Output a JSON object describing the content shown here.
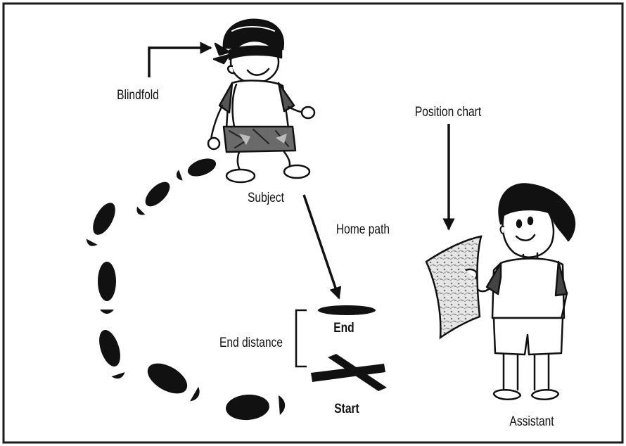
{
  "labels": {
    "blindfold": "Blindfold",
    "subject": "Subject",
    "home_path": "Home path",
    "position_chart": "Position chart",
    "end_distance": "End distance",
    "end": "End",
    "start": "Start",
    "assistant": "Assistant"
  },
  "colors": {
    "ink": "#111111",
    "background": "#ffffff",
    "border": "#1a1a1a",
    "gray": "#8a8a8a"
  }
}
